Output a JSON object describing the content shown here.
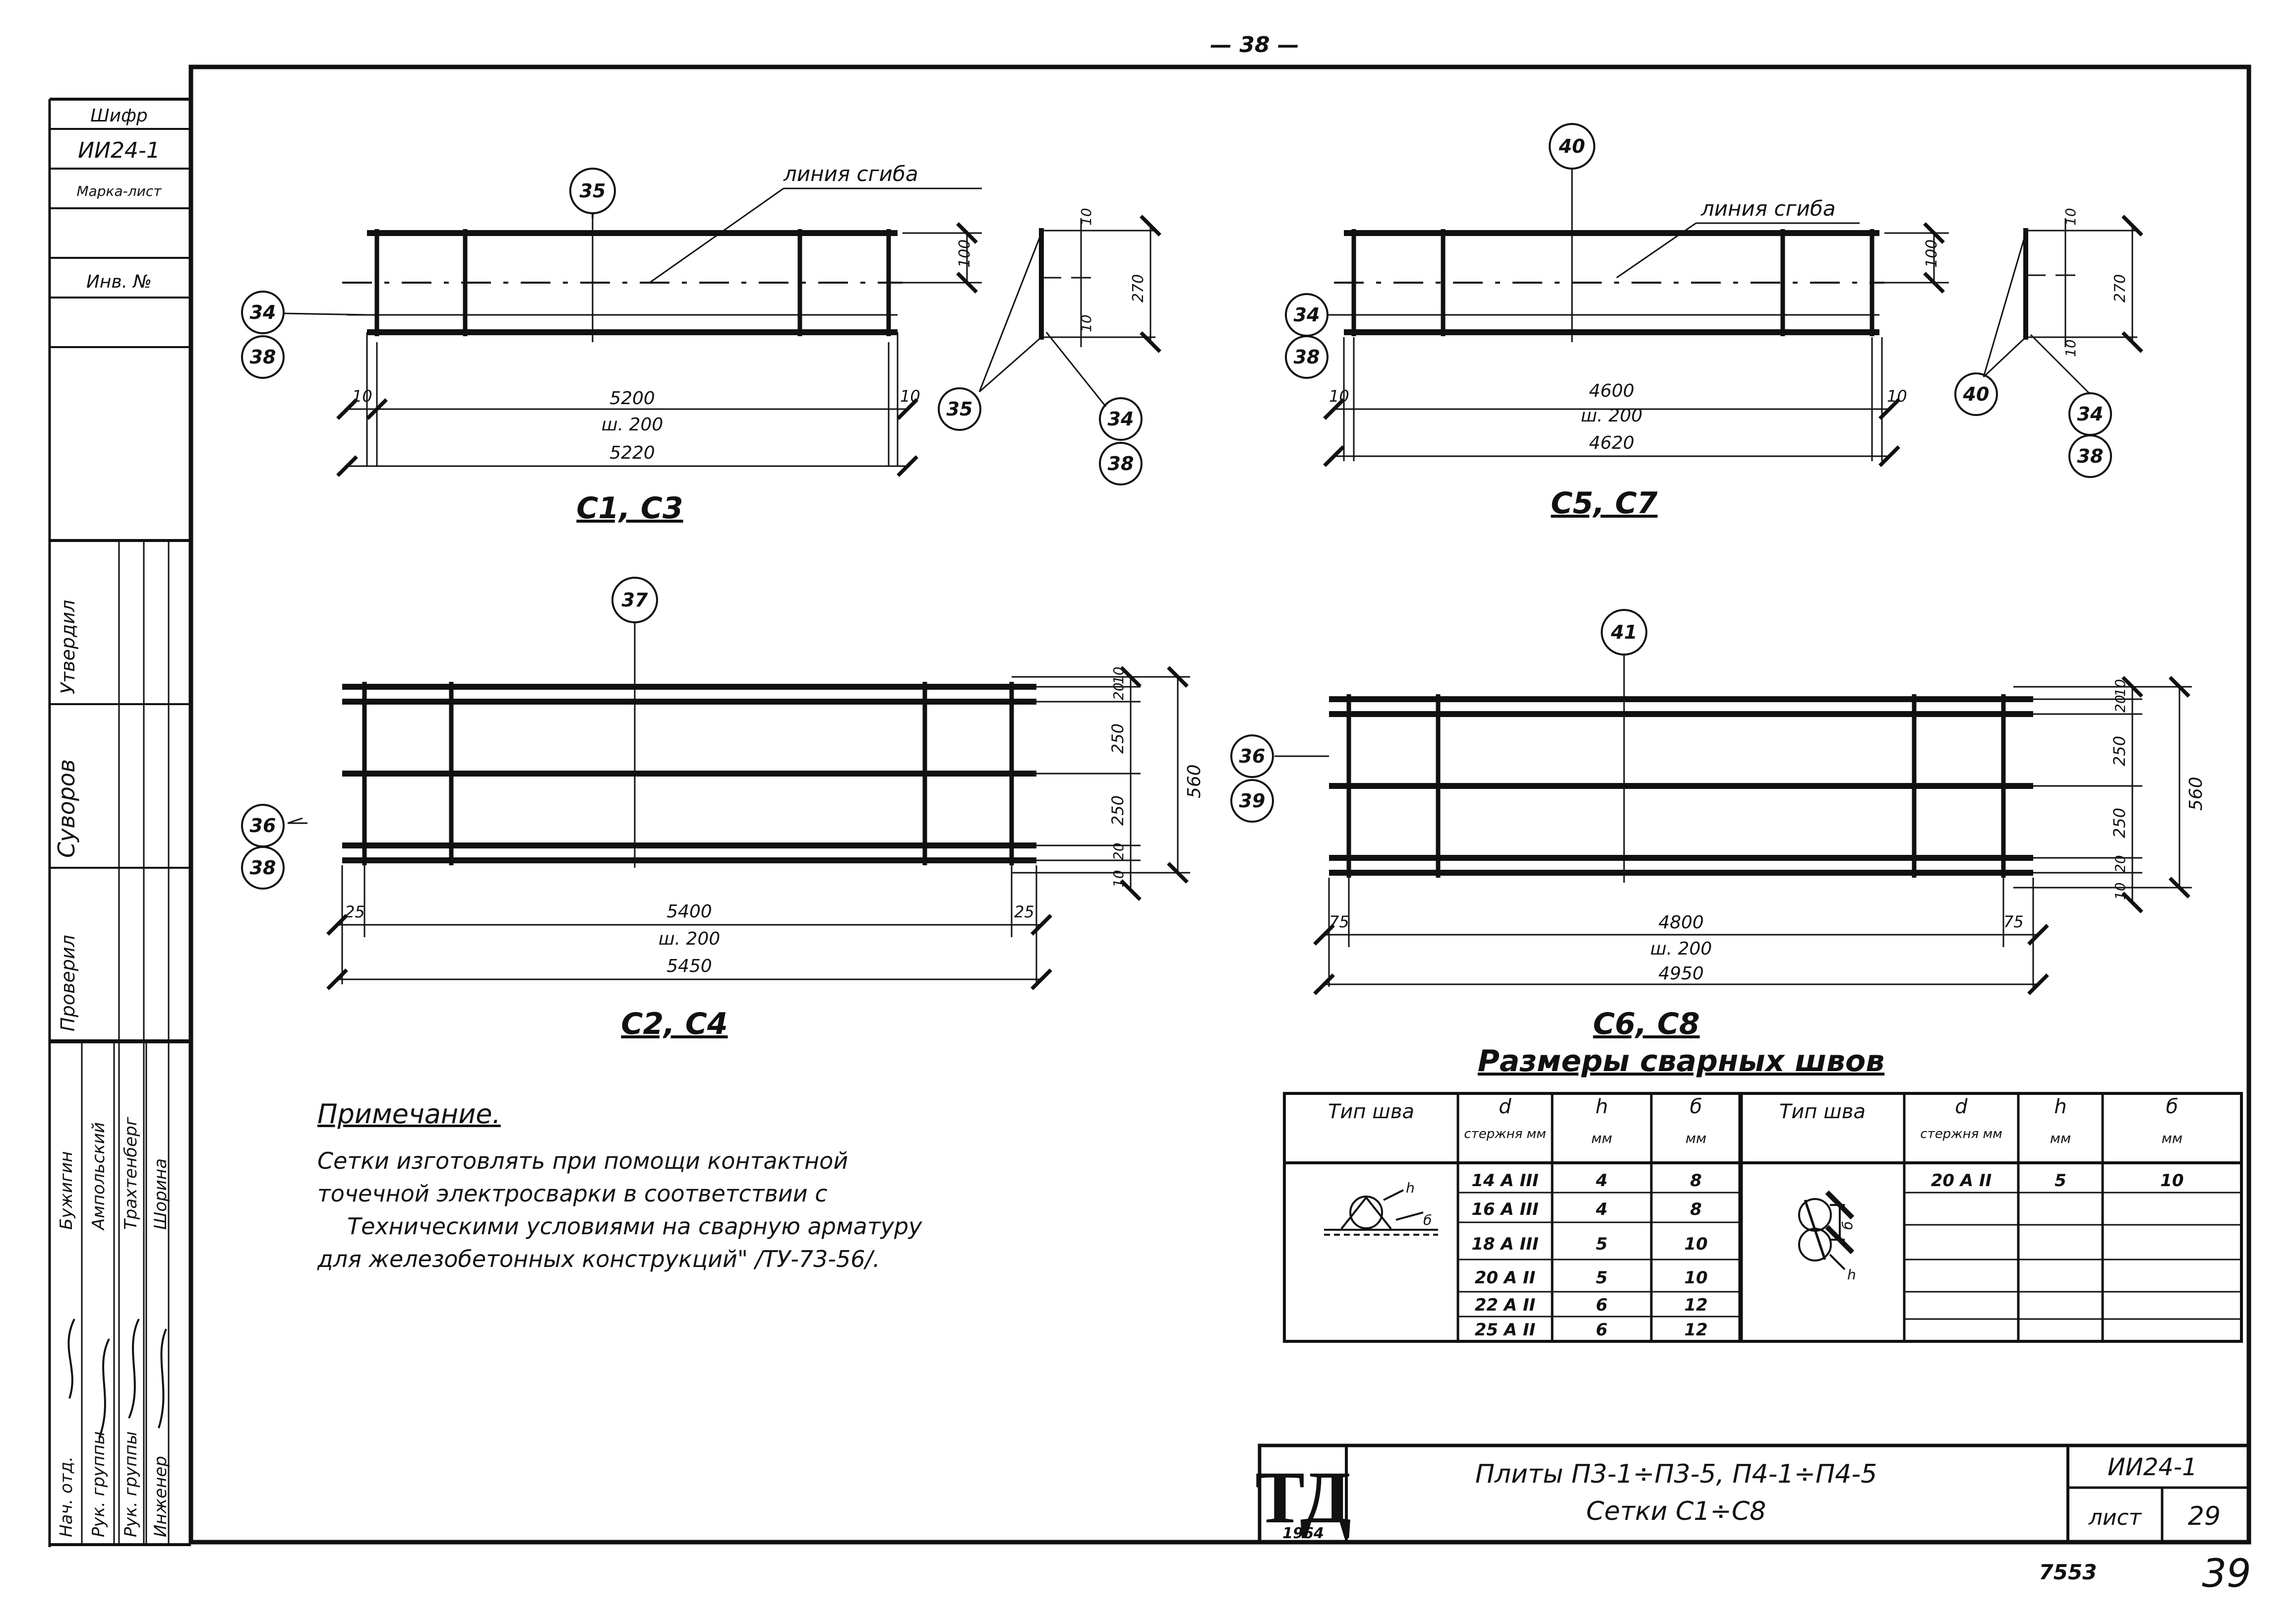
{
  "page_number_top": "— 38 —",
  "page_number_bottom": "39",
  "archive_number": "7553",
  "left_strip": {
    "cipher_label": "Шифр",
    "cipher": "ИИ24-1",
    "brand_sheet_label": "Марка-лист",
    "inv_label": "Инв. №",
    "approved_label": "Утвердил",
    "approved_name": "Суворов",
    "checked_label": "Проверил",
    "roles": [
      "Нач. отд.",
      "Рук. группы",
      "Рук. группы",
      "Инженер"
    ],
    "names": [
      "Бужигин",
      "Ампольский",
      "Трахтенберг",
      "Шорина"
    ]
  },
  "drawings": {
    "c1c3": {
      "title": "С1, С3",
      "bend_label": "линия сгиба",
      "dim_top": "5200",
      "dim_pitch": "ш. 200",
      "dim_total": "5220",
      "dim_left": "10",
      "dim_right": "10",
      "dim_side_100": "100",
      "sec_top": "10",
      "sec_bot": "10",
      "sec_total": "270",
      "pos_top": "35",
      "pos_left_a": "34",
      "pos_left_b": "38",
      "pos_sec_a": "35",
      "pos_sec_b": "34",
      "pos_sec_c": "38"
    },
    "c5c7": {
      "title": "С5, С7",
      "bend_label": "линия сгиба",
      "dim_top": "4600",
      "dim_pitch": "ш. 200",
      "dim_total": "4620",
      "dim_left": "10",
      "dim_right": "10",
      "dim_side_100": "100",
      "sec_top": "10",
      "sec_bot": "10",
      "sec_total": "270",
      "pos_top": "40",
      "pos_left_a": "34",
      "pos_left_b": "38",
      "pos_sec_a": "40",
      "pos_sec_b": "34",
      "pos_sec_c": "38"
    },
    "c2c4": {
      "title": "С2, С4",
      "dim_top": "5400",
      "dim_pitch": "ш. 200",
      "dim_total": "5450",
      "dim_left": "25",
      "dim_right": "25",
      "side_dims": [
        "10",
        "20",
        "250",
        "250",
        "20",
        "10"
      ],
      "side_total": "560",
      "pos_top": "37",
      "pos_left_a": "36",
      "pos_left_b": "38"
    },
    "c6c8": {
      "title": "С6, С8",
      "dim_top": "4800",
      "dim_pitch": "ш. 200",
      "dim_total": "4950",
      "dim_left": "75",
      "dim_right": "75",
      "side_dims": [
        "10",
        "20",
        "250",
        "250",
        "20",
        "10"
      ],
      "side_total": "560",
      "pos_top": "41",
      "pos_left_a": "36",
      "pos_left_b": "39"
    }
  },
  "note": {
    "heading": "Примечание.",
    "lines": [
      "Сетки изготовлять при помощи контактной",
      "точечной электросварки в соответствии с",
      "Техническими условиями на сварную арматуру",
      "для железобетонных конструкций\" /ТУ-73-56/."
    ]
  },
  "weld_table": {
    "title": "Размеры сварных швов",
    "headers": {
      "type": "Тип шва",
      "d": "d",
      "d_sub": "стержня мм",
      "h": "h",
      "h_sub": "мм",
      "b": "б",
      "b_sub": "мм"
    },
    "left_rows": [
      [
        "14 А III",
        "4",
        "8"
      ],
      [
        "16 А III",
        "4",
        "8"
      ],
      [
        "18 А III",
        "5",
        "10"
      ],
      [
        "20 А II",
        "5",
        "10"
      ],
      [
        "22 А II",
        "6",
        "12"
      ],
      [
        "25 А II",
        "6",
        "12"
      ]
    ],
    "right_rows": [
      [
        "20 А II",
        "5",
        "10"
      ],
      [
        "",
        "",
        ""
      ],
      [
        "",
        "",
        ""
      ],
      [
        "",
        "",
        ""
      ],
      [
        "",
        "",
        ""
      ],
      [
        "",
        "",
        ""
      ]
    ]
  },
  "title_block": {
    "logo": "ТД",
    "year": "1964",
    "line1": "Плиты П3-1÷П3-5, П4-1÷П4-5",
    "line2": "Сетки С1÷С8",
    "code": "ИИ24-1",
    "sheet_label": "лист",
    "sheet": "29"
  }
}
